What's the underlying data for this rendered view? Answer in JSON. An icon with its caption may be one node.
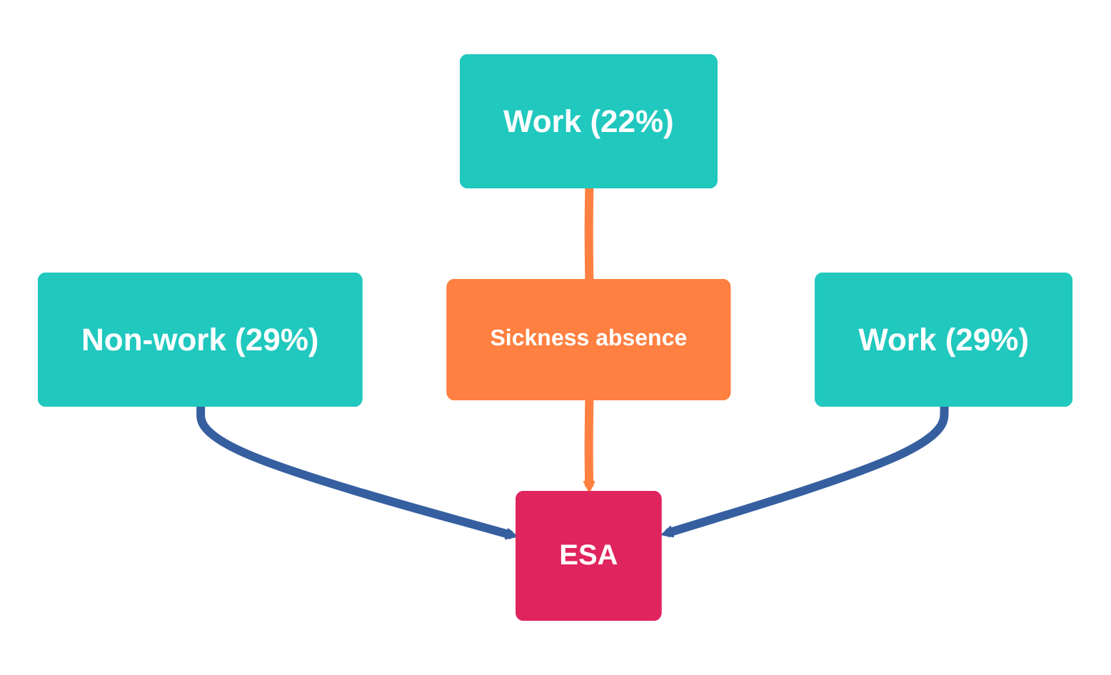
{
  "diagram": {
    "nodes": [
      {
        "text": [
          "Non-work (29%)"
        ]
      },
      {
        "text": [
          "Work (22%)"
        ]
      },
      {
        "text": [
          "Work (29%)"
        ]
      },
      {
        "text": [
          "Sickness absence"
        ]
      },
      {
        "text": [
          "ESA"
        ]
      }
    ],
    "edges": [
      {
        "from": 0,
        "to": 4,
        "arrow": "to",
        "color": "#365fa0"
      },
      {
        "from": 1,
        "to": 3,
        "arrow": "none",
        "color": "#ff8040"
      },
      {
        "from": 3,
        "to": 4,
        "arrow": "to",
        "color": "#ff8040"
      },
      {
        "from": 2,
        "to": 4,
        "arrow": "to",
        "color": "#365fa0"
      }
    ]
  }
}
